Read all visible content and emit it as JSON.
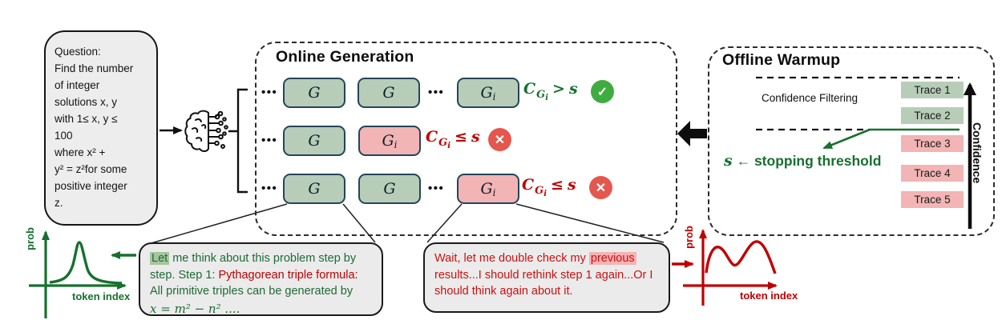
{
  "question": {
    "text": "Question:\nFind the number\nof integer\nsolutions x, y\nwith 1≤ x, y ≤\n100\nwhere x² +\ny² = z²for some\npositive integer\nz."
  },
  "online": {
    "title": "Online Generation",
    "dots": "•••",
    "rows": [
      {
        "boxes": [
          {
            "base": "G",
            "sub": ""
          },
          {
            "base": "G",
            "sub": ""
          },
          {
            "base": "G",
            "sub": "i"
          }
        ],
        "cond": {
          "c": "C",
          "sub": "G",
          "subsub": "i",
          "op": ">",
          "rhs": "s"
        },
        "result": "pass"
      },
      {
        "boxes": [
          {
            "base": "G",
            "sub": ""
          },
          {
            "base": "G",
            "sub": "i"
          }
        ],
        "cond": {
          "c": "C",
          "sub": "G",
          "subsub": "i",
          "op": "≤",
          "rhs": "s"
        },
        "result": "fail"
      },
      {
        "boxes": [
          {
            "base": "G",
            "sub": ""
          },
          {
            "base": "G",
            "sub": ""
          },
          {
            "base": "G",
            "sub": "i"
          }
        ],
        "cond": {
          "c": "C",
          "sub": "G",
          "subsub": "i",
          "op": "≤",
          "rhs": "s"
        },
        "result": "fail"
      }
    ]
  },
  "icons": {
    "check": "✓",
    "cross": "✕",
    "brain": "ai-brain",
    "arrow_left": "←"
  },
  "offline": {
    "title": "Offline Warmup",
    "filter_label": "Confidence Filtering",
    "threshold": {
      "s": "s",
      "arrow": "←",
      "label": " stopping threshold"
    },
    "axis_label": "Confidence",
    "traces": [
      {
        "label": "Trace 1",
        "state": "green"
      },
      {
        "label": "Trace 2",
        "state": "green"
      },
      {
        "label": "Trace 3",
        "state": "red"
      },
      {
        "label": "Trace 4",
        "state": "red"
      },
      {
        "label": "Trace 5",
        "state": "red"
      }
    ]
  },
  "snippet_green": {
    "highlight": "Let",
    "part1": " me think about this problem step by step. Step 1: ",
    "red_part": "Pythagorean triple formula:",
    "part2": " All primitive triples can be generated by",
    "math": "x = m² − n² ...."
  },
  "snippet_red": {
    "part1": "Wait, let me double check my ",
    "highlight": "previous",
    "part2": " results...I should rethink step 1 again...Or I should think again about it."
  },
  "plots": {
    "green": {
      "ylabel": "prob",
      "xlabel": "token index"
    },
    "red": {
      "ylabel": "prob",
      "xlabel": "token index"
    }
  },
  "colors": {
    "sage_green": "#b7cdb8",
    "pink_red": "#f2b4b4",
    "dark_green": "#17702f",
    "dark_red": "#c00000",
    "check_green": "#3EAC3E",
    "cross_red": "#E4574E"
  }
}
